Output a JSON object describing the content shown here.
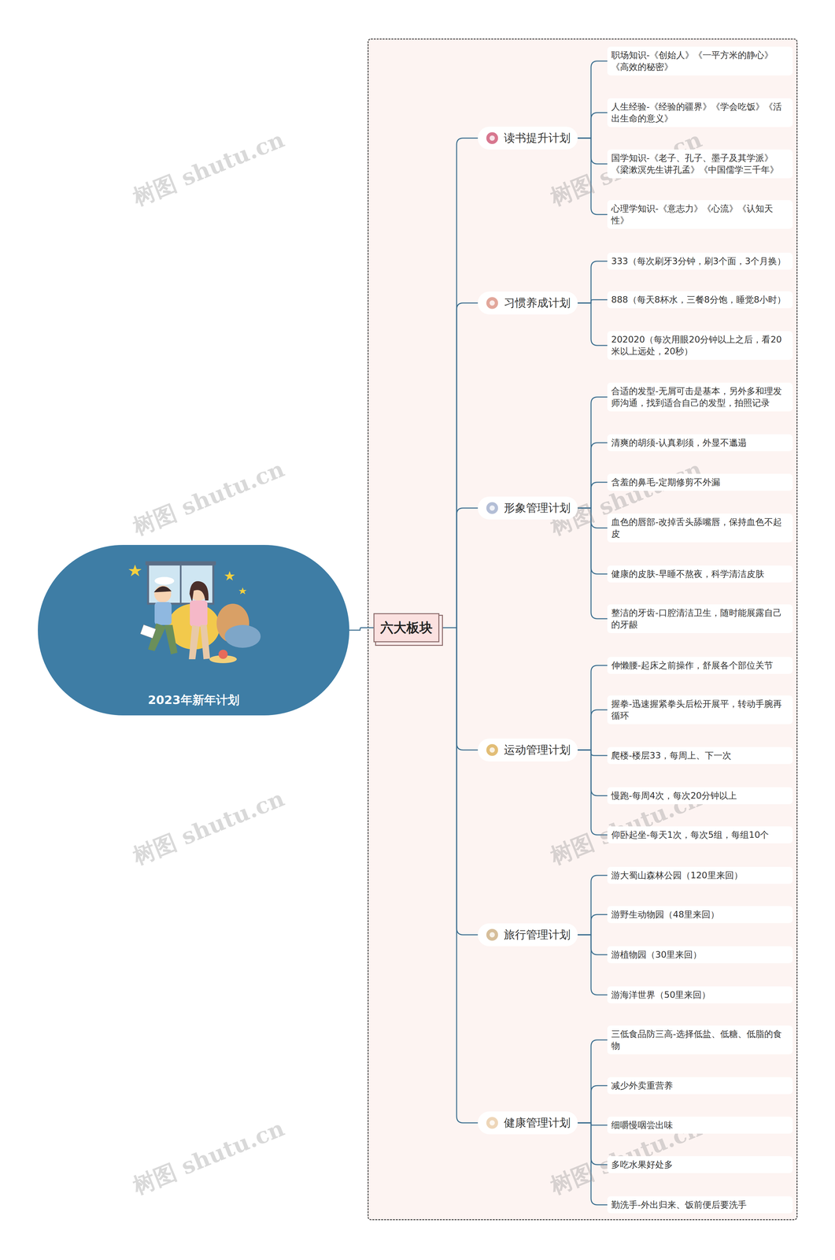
{
  "diagram": {
    "nodes": [
      {
        "text": [
          "2023年新年计划"
        ]
      },
      {
        "text": [
          "六大板块"
        ]
      },
      {
        "text": [
          "读书提升计划"
        ]
      },
      {
        "text": [
          "职场知识-《创始人》《一平方米的静心》《高效的秘密》"
        ]
      },
      {
        "text": [
          "人生经验-《经验的疆界》《学会吃饭》《活出生命的意义》"
        ]
      },
      {
        "text": [
          "国学知识-《老子、孔子、墨子及其学派》《梁漱溟先生讲孔孟》《中国儒学三千年》"
        ]
      },
      {
        "text": [
          "心理学知识-《意志力》《心流》《认知天性》"
        ]
      },
      {
        "text": [
          "习惯养成计划"
        ]
      },
      {
        "text": [
          "333（每次刷牙3分钟，刷3个面，3个月换）"
        ]
      },
      {
        "text": [
          "888（每天8杯水，三餐8分饱，睡觉8小时）"
        ]
      },
      {
        "text": [
          "202020（每次用眼20分钟以上之后，看20米以上远处，20秒）"
        ]
      },
      {
        "text": [
          "形象管理计划"
        ]
      },
      {
        "text": [
          "合适的发型-无屑可击是基本，另外多和理发师沟通，找到适合自己的发型，拍照记录"
        ]
      },
      {
        "text": [
          "清爽的胡须-认真剃须，外显不邋遢"
        ]
      },
      {
        "text": [
          "含羞的鼻毛-定期修剪不外漏"
        ]
      },
      {
        "text": [
          "血色的唇部-改掉舌头舔嘴唇，保持血色不起皮"
        ]
      },
      {
        "text": [
          "健康的皮肤-早睡不熬夜，科学清洁皮肤"
        ]
      },
      {
        "text": [
          "整洁的牙齿-口腔清洁卫生，随时能展露自己的牙龈"
        ]
      },
      {
        "text": [
          "运动管理计划"
        ]
      },
      {
        "text": [
          "伸懒腰-起床之前操作，舒展各个部位关节"
        ]
      },
      {
        "text": [
          "握拳-迅速握紧拳头后松开展平，转动手腕再循环"
        ]
      },
      {
        "text": [
          "爬楼-楼层33，每周上、下一次"
        ]
      },
      {
        "text": [
          "慢跑-每周4次，每次20分钟以上"
        ]
      },
      {
        "text": [
          "仰卧起坐-每天1次，每次5组，每组10个"
        ]
      },
      {
        "text": [
          "旅行管理计划"
        ]
      },
      {
        "text": [
          "游大蜀山森林公园（120里来回）"
        ]
      },
      {
        "text": [
          "游野生动物园（48里来回）"
        ]
      },
      {
        "text": [
          "游植物园（30里来回）"
        ]
      },
      {
        "text": [
          "游海洋世界（50里来回）"
        ]
      },
      {
        "text": [
          "健康管理计划"
        ]
      },
      {
        "text": [
          "三低食品防三高-选择低盐、低糖、低脂的食物"
        ]
      },
      {
        "text": [
          "减少外卖重营养"
        ]
      },
      {
        "text": [
          "细嚼慢咽尝出味"
        ]
      },
      {
        "text": [
          "多吃水果好处多"
        ]
      },
      {
        "text": [
          "勤洗手-外出归来、饭前便后要洗手"
        ]
      }
    ],
    "edges": [
      {
        "from": 0,
        "to": 1,
        "arrow": "none"
      },
      {
        "from": 1,
        "to": 2,
        "arrow": "none"
      },
      {
        "from": 2,
        "to": 3,
        "arrow": "none"
      },
      {
        "from": 2,
        "to": 4,
        "arrow": "none"
      },
      {
        "from": 2,
        "to": 5,
        "arrow": "none"
      },
      {
        "from": 2,
        "to": 6,
        "arrow": "none"
      },
      {
        "from": 1,
        "to": 7,
        "arrow": "none"
      },
      {
        "from": 7,
        "to": 8,
        "arrow": "none"
      },
      {
        "from": 7,
        "to": 9,
        "arrow": "none"
      },
      {
        "from": 7,
        "to": 10,
        "arrow": "none"
      },
      {
        "from": 1,
        "to": 11,
        "arrow": "none"
      },
      {
        "from": 11,
        "to": 12,
        "arrow": "none"
      },
      {
        "from": 11,
        "to": 13,
        "arrow": "none"
      },
      {
        "from": 11,
        "to": 14,
        "arrow": "none"
      },
      {
        "from": 11,
        "to": 15,
        "arrow": "none"
      },
      {
        "from": 11,
        "to": 16,
        "arrow": "none"
      },
      {
        "from": 11,
        "to": 17,
        "arrow": "none"
      },
      {
        "from": 1,
        "to": 18,
        "arrow": "none"
      },
      {
        "from": 18,
        "to": 19,
        "arrow": "none"
      },
      {
        "from": 18,
        "to": 20,
        "arrow": "none"
      },
      {
        "from": 18,
        "to": 21,
        "arrow": "none"
      },
      {
        "from": 18,
        "to": 22,
        "arrow": "none"
      },
      {
        "from": 18,
        "to": 23,
        "arrow": "none"
      },
      {
        "from": 1,
        "to": 24,
        "arrow": "none"
      },
      {
        "from": 24,
        "to": 25,
        "arrow": "none"
      },
      {
        "from": 24,
        "to": 26,
        "arrow": "none"
      },
      {
        "from": 24,
        "to": 27,
        "arrow": "none"
      },
      {
        "from": 24,
        "to": 28,
        "arrow": "none"
      },
      {
        "from": 1,
        "to": 29,
        "arrow": "none"
      },
      {
        "from": 29,
        "to": 30,
        "arrow": "none"
      },
      {
        "from": 29,
        "to": 31,
        "arrow": "none"
      },
      {
        "from": 29,
        "to": 32,
        "arrow": "none"
      },
      {
        "from": 29,
        "to": 33,
        "arrow": "none"
      },
      {
        "from": 29,
        "to": 34,
        "arrow": "none"
      }
    ],
    "labels": [
      "树图 shutu.cn",
      "树图 shutu.cn",
      "树图 shutu.cn",
      "树图 shutu.cn",
      "树图 shutu.cn",
      "树图 shutu.cn",
      "树图 shutu.cn",
      "树图 shutu.cn"
    ]
  }
}
